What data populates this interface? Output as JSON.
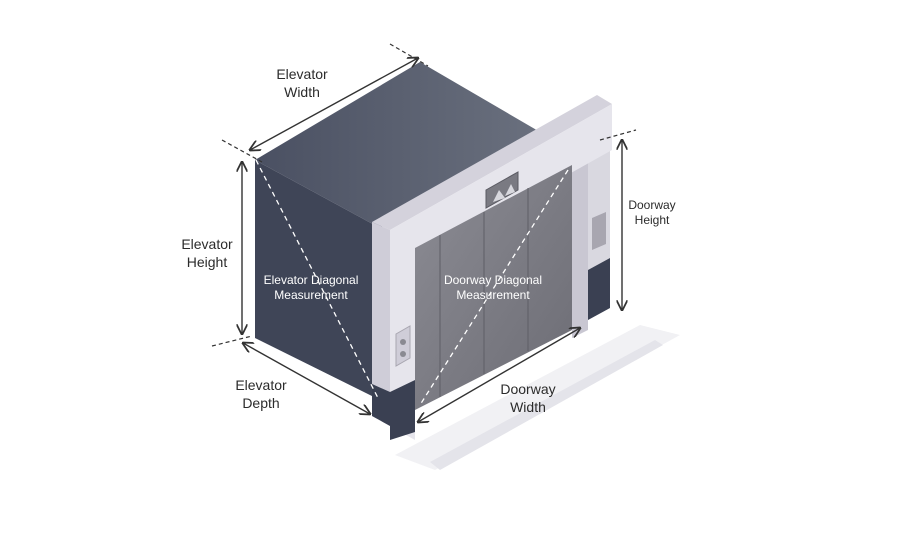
{
  "labels": {
    "elevator_width": [
      "Elevator",
      "Width"
    ],
    "elevator_height": [
      "Elevator",
      "Height"
    ],
    "elevator_depth": [
      "Elevator",
      "Depth"
    ],
    "elevator_diagonal": [
      "Elevator Diagonal",
      "Measurement"
    ],
    "doorway_diagonal": [
      "Doorway Diagonal",
      "Measurement"
    ],
    "doorway_height": [
      "Doorway",
      "Height"
    ],
    "doorway_width": [
      "Doorway",
      "Width"
    ]
  },
  "colors": {
    "cab_front": "#3f4557",
    "cab_top": "#5a6070",
    "frame_face": "#e6e5ec",
    "frame_side": "#cfcdd8",
    "door": "#7a7a82",
    "wall_dark": "#3a4052",
    "floor": "#eeeef2",
    "arrow": "#333333"
  },
  "icons": [
    "up-down-arrows-icon",
    "call-button-panel",
    "floor-indicator-panel"
  ]
}
